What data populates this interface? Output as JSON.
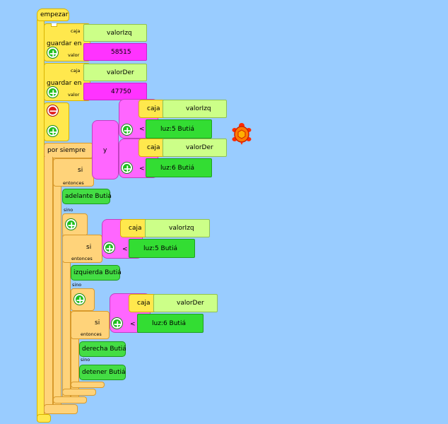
{
  "start": {
    "label": "empezar"
  },
  "store1": {
    "label": "guardar en",
    "box_label": "caja",
    "value_label": "valor",
    "name": "valorIzq",
    "value": "58515"
  },
  "store2": {
    "label": "guardar en",
    "box_label": "caja",
    "value_label": "valor",
    "name": "valorDer",
    "value": "47750"
  },
  "forever": {
    "label": "por siempre"
  },
  "if1": {
    "si": "si",
    "entonces": "entonces",
    "sino": "sino",
    "and_label": "y",
    "cmp1": {
      "op": "<",
      "box": "caja",
      "name": "valorIzq",
      "sensor": "luz:5 Butiá"
    },
    "cmp2": {
      "op": "<",
      "box": "caja",
      "name": "valorDer",
      "sensor": "luz:6 Butiá"
    },
    "then_action": "adelante Butiá"
  },
  "if2": {
    "si": "si",
    "entonces": "entonces",
    "sino": "sino",
    "cmp": {
      "op": "<",
      "box": "caja",
      "name": "valorIzq",
      "sensor": "luz:5 Butiá"
    },
    "then_action": "izquierda Butiá"
  },
  "if3": {
    "si": "si",
    "entonces": "entonces",
    "sino": "sino",
    "cmp": {
      "op": "<",
      "box": "caja",
      "name": "valorDer",
      "sensor": "luz:6 Butiá"
    },
    "then_action": "derecha Butiá",
    "else_action": "detener Butiá"
  },
  "icons": {
    "expand": "+",
    "collapse": "−"
  }
}
